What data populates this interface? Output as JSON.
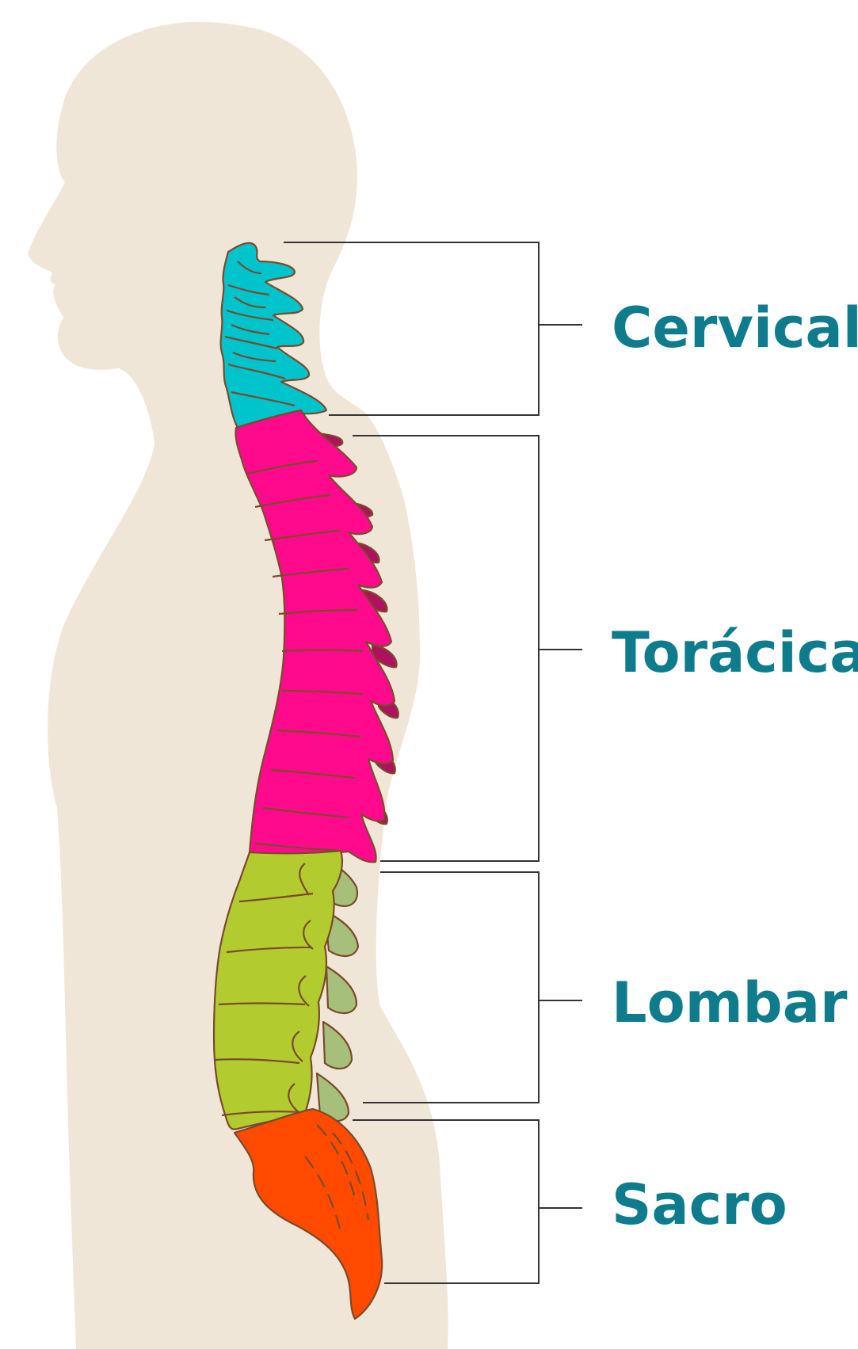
{
  "colors": {
    "background": "#ffffff",
    "body_silhouette": "#f0e6d8",
    "label_text": "#0e7c8c",
    "bracket_line": "#333333",
    "bone_outline": "#7a4a2a",
    "cervical": "#00c4cc",
    "thoracic": "#ff0a8c",
    "thoracic_dark": "#b01060",
    "lumbar": "#b2cc30",
    "lumbar_process": "#a6c07c",
    "sacrum": "#ff4a00"
  },
  "regions": [
    {
      "id": "cervical",
      "label": "Cervical"
    },
    {
      "id": "thoracic",
      "label": "Torácica"
    },
    {
      "id": "lumbar",
      "label": "Lombar"
    },
    {
      "id": "sacrum",
      "label": "Sacro"
    }
  ]
}
